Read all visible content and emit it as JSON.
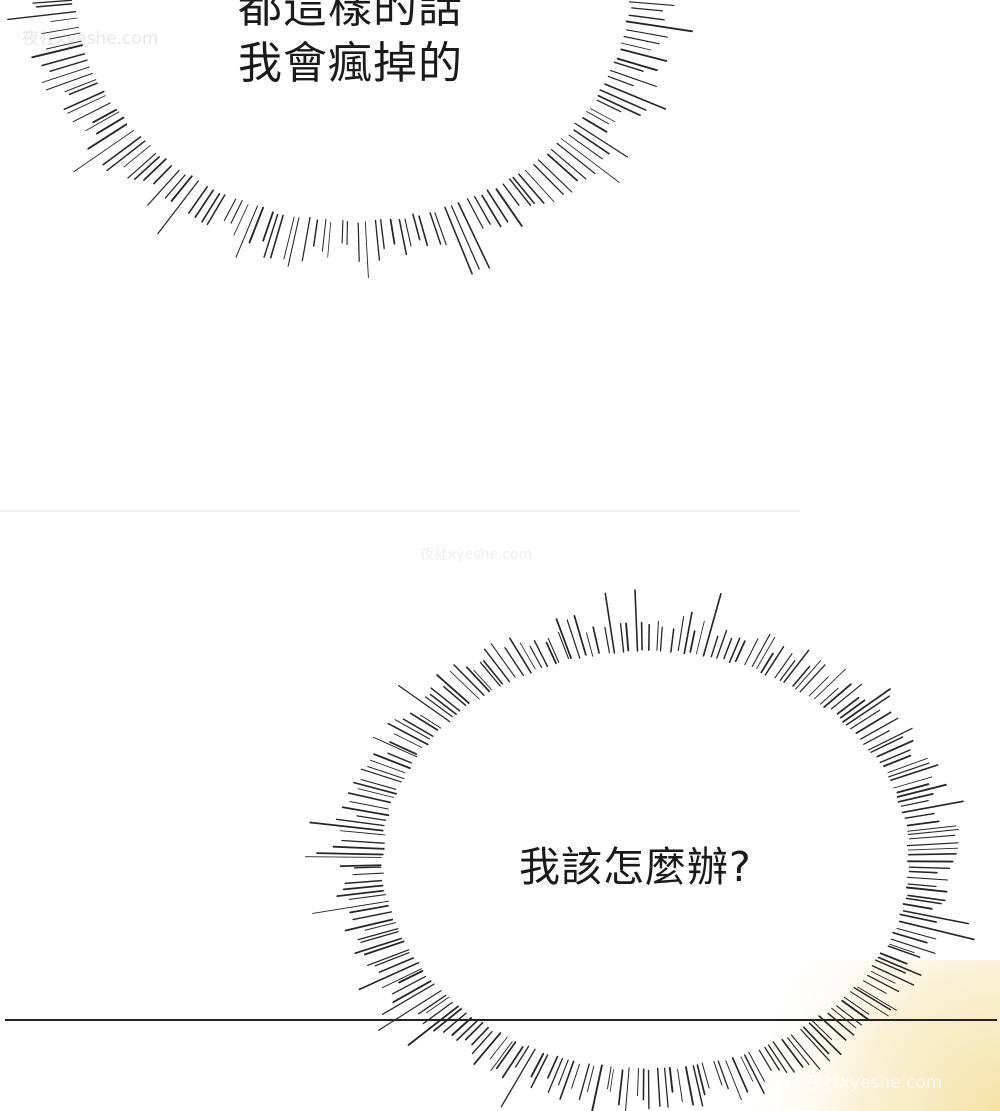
{
  "panels": [
    {
      "id": "top",
      "lines": [
        "都這樣的話",
        "我會瘋掉的"
      ]
    },
    {
      "id": "bottom",
      "text": "我該怎麼辦?"
    }
  ],
  "watermarks": [
    "夜社xyeshe.com",
    "夜社xyeshe.com",
    "夜社xyeshe.com"
  ],
  "colors": {
    "ink": "#1a1a1a",
    "page": "#ffffff",
    "glow": "#f7e7b4"
  }
}
